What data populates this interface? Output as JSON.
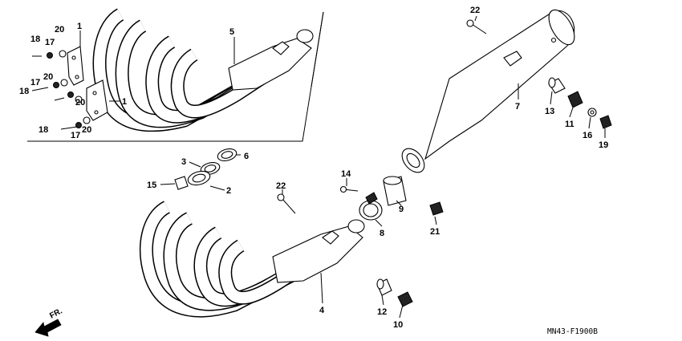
{
  "diagram": {
    "drawing_code": "MN43-F1900B",
    "direction_label": "FR.",
    "callouts": [
      "1",
      "1",
      "2",
      "3",
      "4",
      "5",
      "6",
      "7",
      "8",
      "9",
      "10",
      "11",
      "12",
      "13",
      "14",
      "15",
      "16",
      "17",
      "17",
      "17",
      "18",
      "18",
      "18",
      "19",
      "20",
      "20",
      "20",
      "20",
      "21",
      "22",
      "22"
    ]
  },
  "colors": {
    "line": "#000000",
    "background": "#ffffff"
  }
}
